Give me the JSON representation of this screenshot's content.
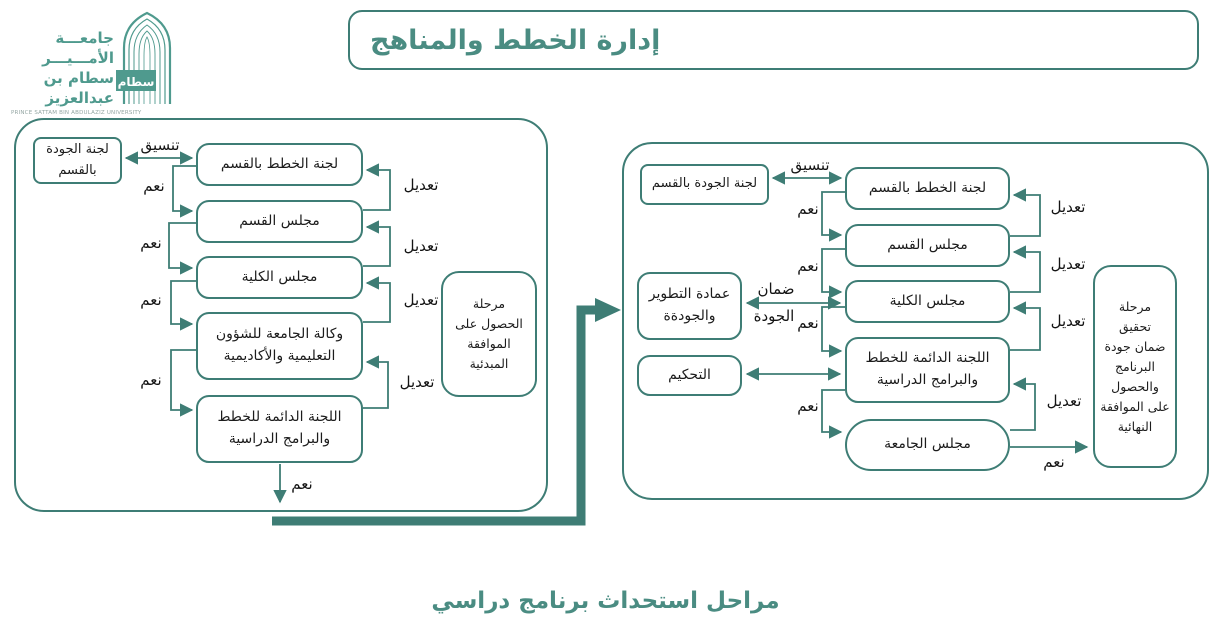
{
  "header": {
    "logo": {
      "name_line1": "جامعـــة الأمـــيـــر",
      "name_line2": "سطام بن عبدالعزيز",
      "name_line3": "PRINCE SATTAM BIN ABDULAZIZ UNIVERSITY",
      "mark_word": "سطام"
    },
    "title": "إدارة الخطط والمناهج"
  },
  "labels": {
    "yes": "نعم",
    "edit": "تعديل",
    "coordination": "تنسيق",
    "qa_line1": "ضمان",
    "qa_line2": "الجودة"
  },
  "left_panel": {
    "side_box": "لجنة الجودة\nبالقسم",
    "nodes": [
      {
        "label": "لجنة الخطط بالقسم"
      },
      {
        "label": "مجلس القسم"
      },
      {
        "label": "مجلس الكلية"
      },
      {
        "label": "وكالة الجامعة للشؤون\nالتعليمية والأكاديمية"
      },
      {
        "label": "اللجنة الدائمة للخطط\nوالبرامج الدراسية"
      }
    ],
    "stage_box": "مرحلة\nالحصول على\nالموافقة\nالمبدئية"
  },
  "right_panel": {
    "side_box": "لجنة الجودة بالقسم",
    "dev_box": "عمادة التطوير\nوالجودةة",
    "arbitration_box": "التحكيم",
    "nodes": [
      {
        "label": "لجنة الخطط بالقسم"
      },
      {
        "label": "مجلس القسم"
      },
      {
        "label": "مجلس الكلية"
      },
      {
        "label": "اللجنة الدائمة للخطط\nوالبرامج الدراسية"
      },
      {
        "label": "مجلس الجامعة"
      }
    ],
    "stage_box": "مرحلة\nتحقيق\nضمان جودة\nالبرنامج\nوالحصول\nعلى الموافقة\nالنهائية"
  },
  "caption": "مراحل استحداث برنامج دراسي",
  "colors": {
    "teal_stroke": "#3e7d75",
    "teal_text": "#4a8c82",
    "logo_teal": "#4f9a8e",
    "label_text": "#141414"
  }
}
